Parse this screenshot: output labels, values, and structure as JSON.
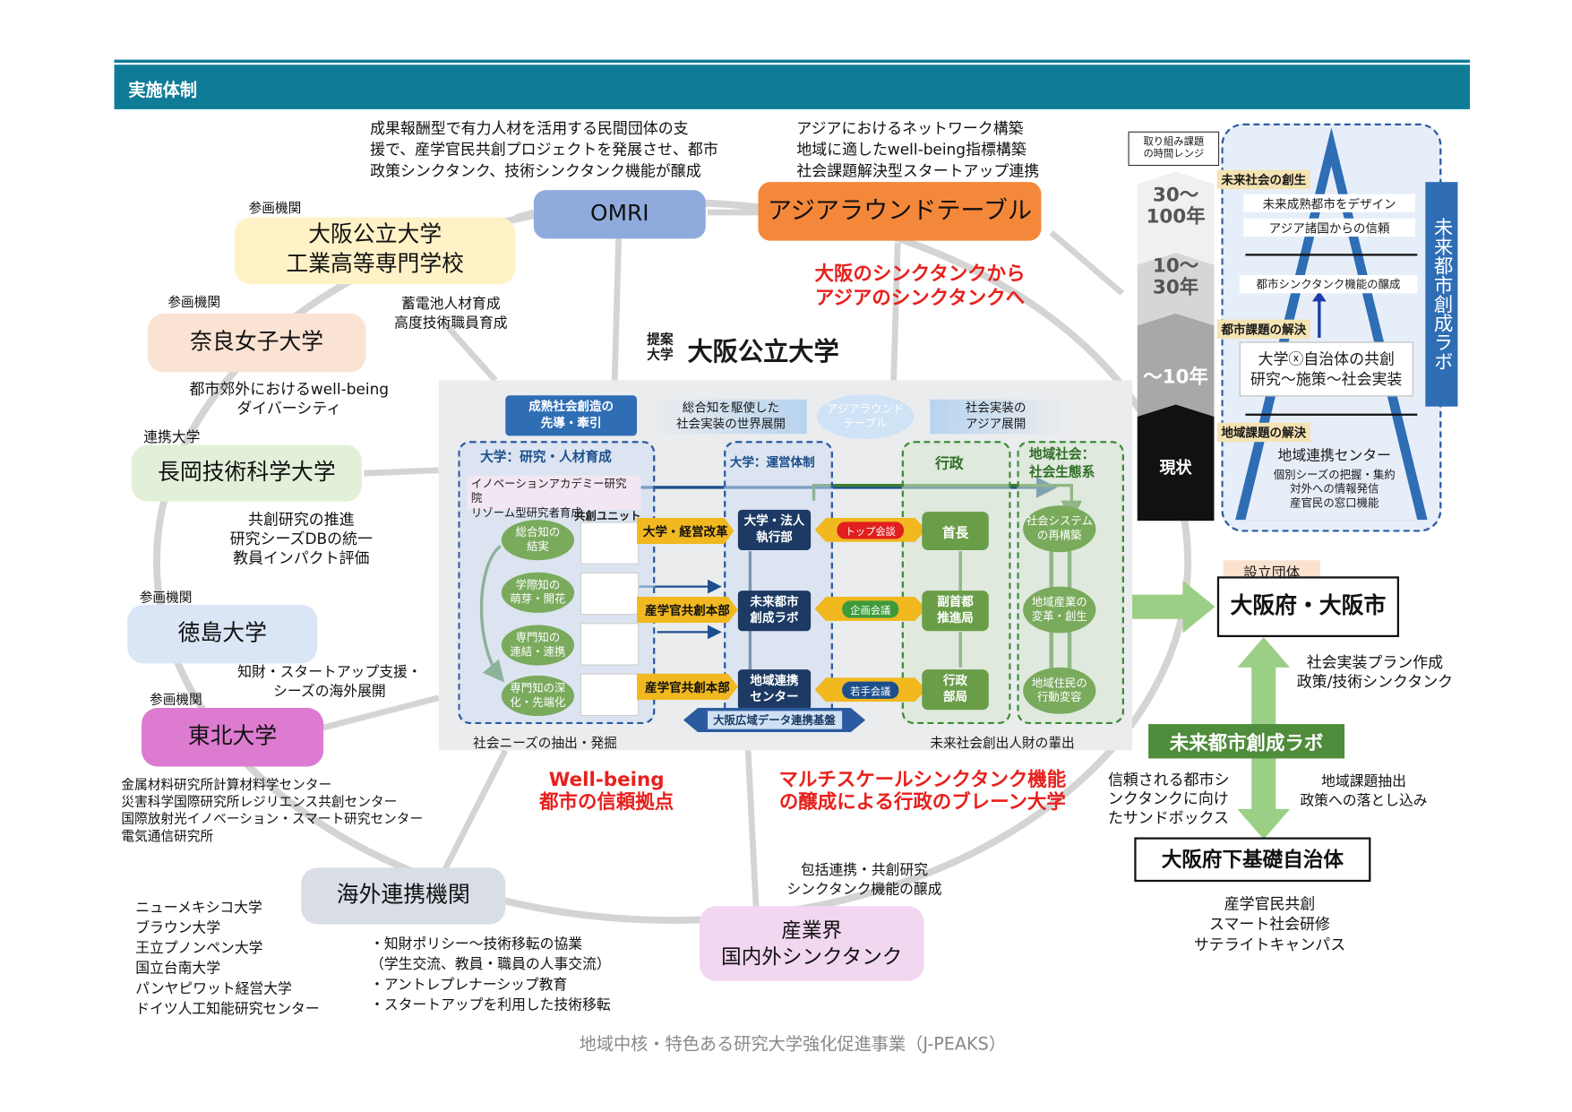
{
  "header": {
    "title": "実施体制"
  },
  "ring_notes": {
    "omri_desc": "成果報酬型で有力人材を活用する民間団体の支\n援で、産学官民共創プロジェクトを発展させ、都市\n政策シンクタンク、技術シンクタンク機能が醸成",
    "asia_desc": "アジアにおけるネットワーク構築\n地域に適したwell-being指標構築\n社会課題解決型スタートアップ連携",
    "nara_desc": "蓄電池人材育成\n高度技術職員育成",
    "nara_below": "都市郊外におけるwell-being\nダイバーシティ",
    "nagaoka_desc": "共創研究の推進\n研究シーズDBの統一\n教員インパクト評価",
    "tokushima_desc": "知財・スタートアップ支援・\nシーズの海外展開",
    "tohoku_desc": "金属材料研究所計算材料学センター\n災害科学国際研究所レジリエンス共創センター\n国際放射光イノベーション・スマート研究センター\n電気通信研究所",
    "overseas_list": "ニューメキシコ大学\nブラウン大学\n王立プノンペン大学\n国立台南大学\nパンヤピワット経営大学\nドイツ人工知能研究センター",
    "overseas_desc": "・知財ポリシー～技術移転の協業\n（学生交流、教員・職員の人事交流）\n・アントレプレナーシップ教育\n・スタートアップを利用した技術移転",
    "industry_desc": "包括連携・共創研究\nシンクタンク機能の醸成"
  },
  "nodes": {
    "omri": "OMRI",
    "asia_roundtable": "アジアラウンドテーブル",
    "osaka_kosen": "大阪公立大学\n工業高等専門学校",
    "nara": "奈良女子大学",
    "nagaoka": "長岡技術科学大学",
    "tokushima": "徳島大学",
    "tohoku": "東北大学",
    "overseas": "海外連携機関",
    "industry": "産業界\n国内外シンクタンク"
  },
  "role_labels": {
    "sankaku": "参画機関",
    "renkei": "連携大学",
    "proposer": "提案\n大学",
    "proposer_name": "大阪公立大学"
  },
  "slogans": {
    "asia_think": "大阪のシンクタンクから\nアジアのシンクタンクへ",
    "wellbeing": "Well-being\n都市の信頼拠点",
    "multiscale": "マルチスケールシンクタンク機能\nの醸成による行政のブレーン大学"
  },
  "inner": {
    "mature_society": "成熟社会創造の\n先導・牽引",
    "comprehensive": "総合知を駆使した\n社会実装の世界展開",
    "asia_rt": "アジアラウンド\nテーブル",
    "social_impl": "社会実装の\nアジア展開",
    "univ_research": "大学：研究・人材育成",
    "univ_ops": "大学：運営体制",
    "gyosei": "行政",
    "regional": "地域社会：\n社会生態系",
    "innovation": "イノベーションアカデミー研究院\nリゾーム型研究者育成",
    "kyoso_unit": "共創ユニット",
    "circles": [
      "総合知の\n結実",
      "学際知の\n萌芽・開花",
      "専門知の\n連結・連携",
      "専門知の深\n化・先端化"
    ],
    "reform": "大学・経営改革",
    "sangaku1": "産学官共創本部",
    "sangaku2": "産学官共創本部",
    "exec": "大学・法人\n執行部",
    "future_lab": "未来都市\n創成ラボ",
    "regional_center": "地域連携\nセンター",
    "top_meeting": "トップ会談",
    "plan_meeting": "企画会議",
    "young_meeting": "若手会議",
    "mayor": "首長",
    "vice_mayor": "副首都\n推進局",
    "admin_dept": "行政\n部局",
    "social_system": "社会システム\nの再構築",
    "regional_industry": "地域産業の\n変革・創生",
    "resident": "地域住民の\n行動変容",
    "data_platform": "大阪広域データ連携基盤",
    "needs": "社会ニーズの抽出・発掘",
    "talent": "未来社会創出人財の輩出"
  },
  "timeline": {
    "title": "取り組み課題\nの時間レンジ",
    "t1": "30～\n100年",
    "t2": "10～\n30年",
    "t3": "～10年",
    "t4": "現状"
  },
  "pyramid": {
    "future_create": "未来社会の創生",
    "design": "未来成熟都市をデザイン",
    "trust": "アジア諸国からの信頼",
    "thinktank": "都市シンクタンク機能の醸成",
    "urban_issue": "都市課題の解決",
    "co_create": "大学ⓧ自治体の共創\n研究～施策～社会実装",
    "regional_issue": "地域課題の解決",
    "center": "地域連携センター",
    "center_desc": "個別シーズの把握・集約\n対外への情報発信\n産官民の窓口機能",
    "side_label": "未来都市創成ラボ"
  },
  "right": {
    "founder_label": "設立団体",
    "founder": "大阪府・大阪市",
    "plan_desc": "社会実装プラン作成\n政策/技術シンクタンク",
    "lab": "未来都市創成ラボ",
    "sandbox": "信頼される都市シ\nンクタンクに向け\nたサンドボックス",
    "regional_extract": "地域課題抽出\n政策への落とし込み",
    "municipalities": "大阪府下基礎自治体",
    "municipal_desc": "産学官民共創\nスマート社会研修\nサテライトキャンパス"
  },
  "footer": {
    "text": "地域中核・特色ある研究大学強化促進事業（J-PEAKS）"
  },
  "colors": {
    "header": "#0e7c97",
    "omri": "#8faadc",
    "asia": "#f4883a",
    "kosen": "#fff2c7",
    "nara": "#fbe3d4",
    "nagaoka": "#e2f0d9",
    "tokushima": "#dae6f5",
    "tohoku": "#dd7bd0",
    "overseas": "#d8dde6",
    "industry": "#f2d7f0",
    "lab_green": "#4f8c3b",
    "slogan_red": "#e8201c"
  }
}
